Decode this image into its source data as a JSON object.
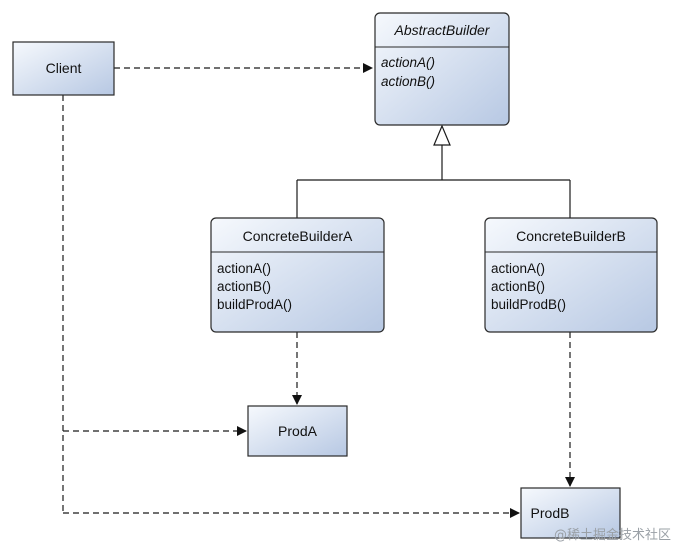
{
  "diagram": {
    "client": {
      "label": "Client"
    },
    "abstract_builder": {
      "name": "AbstractBuilder",
      "methods": [
        "actionA()",
        "actionB()"
      ]
    },
    "concrete_a": {
      "name": "ConcreteBuilderA",
      "methods": [
        "actionA()",
        "actionB()",
        "buildProdA()"
      ]
    },
    "concrete_b": {
      "name": "ConcreteBuilderB",
      "methods": [
        "actionA()",
        "actionB()",
        "buildProdB()"
      ]
    },
    "prod_a": {
      "label": "ProdA"
    },
    "prod_b": {
      "label": "ProdB"
    }
  },
  "watermark": "@稀土掘金技术社区"
}
